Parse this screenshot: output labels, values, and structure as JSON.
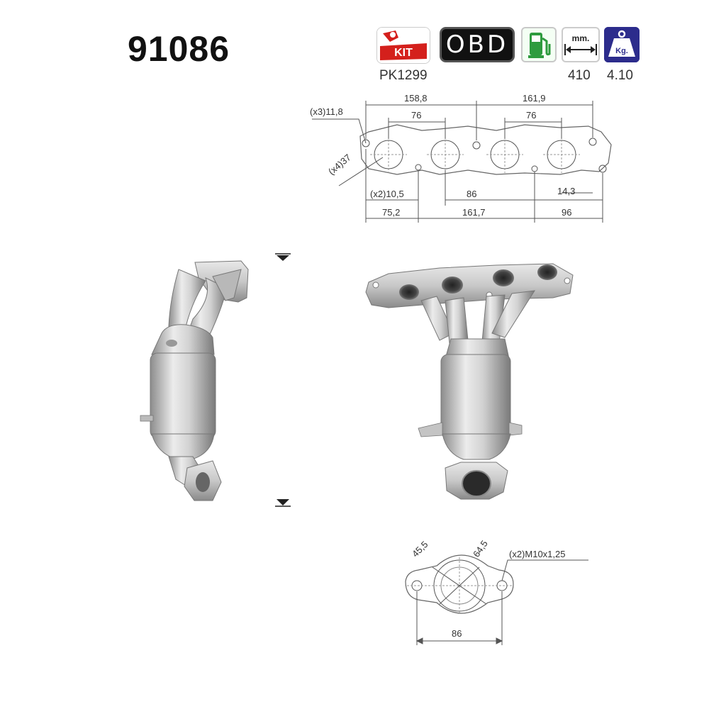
{
  "part_number": "91086",
  "badges": {
    "kit_text": "KIT",
    "obd_text": "OBD",
    "length_unit": "mm.",
    "weight_unit": "Kg.",
    "kit_code": "PK1299",
    "length_value": "410",
    "weight_value": "4.10"
  },
  "top_flange": {
    "overall_left": "158,8",
    "overall_right": "161,9",
    "port_left": "76",
    "port_right": "76",
    "bolt_hole": "(x3)11,8",
    "angle": "(x4)37",
    "small_hole": "(x2)10,5",
    "mid_spacing": "86",
    "right_offset": "14,3",
    "bottom_left": "75,2",
    "bottom_mid": "161,7",
    "bottom_right": "96"
  },
  "bottom_flange": {
    "inner_diameter": "45,5",
    "outer_diameter": "64,5",
    "thread": "(x2)M10x1,25",
    "bolt_spacing": "86"
  },
  "colors": {
    "kit_red": "#d4201c",
    "obd_black": "#111111",
    "fuel_green": "#2e9b3e",
    "kg_blue": "#2c2c8c",
    "metal_light": "#e4e4e4",
    "metal_dark": "#8a8a8a"
  },
  "icons": [
    "kit-icon",
    "obd-icon",
    "fuel-pump-icon",
    "length-icon",
    "weight-icon"
  ]
}
